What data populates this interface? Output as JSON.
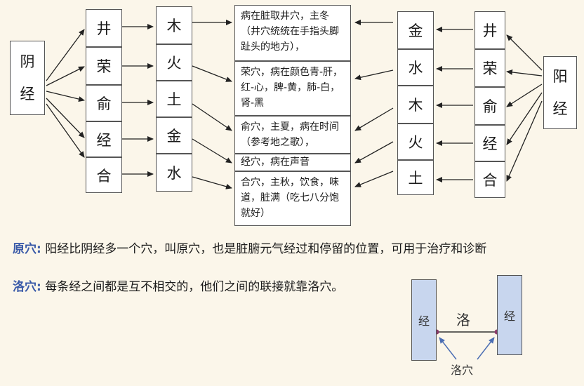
{
  "left_side": "阴经",
  "right_side": "阳经",
  "points": [
    "井",
    "荣",
    "俞",
    "经",
    "合"
  ],
  "yin_elements": [
    "木",
    "火",
    "土",
    "金",
    "水"
  ],
  "yang_elements": [
    "金",
    "水",
    "木",
    "火",
    "土"
  ],
  "descriptions": [
    "病在脏取井穴，主冬（井穴统统在手指头脚趾头的地方），",
    "荣穴，病在颜色青-肝，红-心，脾-黄，肺-白，肾-黑",
    "俞穴，主夏，病在时间（参考地之歌），",
    "经穴，病在声音",
    "合穴，主秋，饮食，味道，脏满（吃七八分饱就好）"
  ],
  "notes": [
    {
      "label": "原穴:",
      "text": "阳经比阴经多一个穴，叫原穴，也是脏腑元气经过和停留的位置，可用于治疗和诊断"
    },
    {
      "label": "洛穴:",
      "text": "每条经之间都是互不相交的，他们之间的联接就靠洛穴。"
    }
  ],
  "luo_diagram": {
    "left": "经",
    "right": "经",
    "middle": "洛",
    "bottom": "洛穴"
  }
}
